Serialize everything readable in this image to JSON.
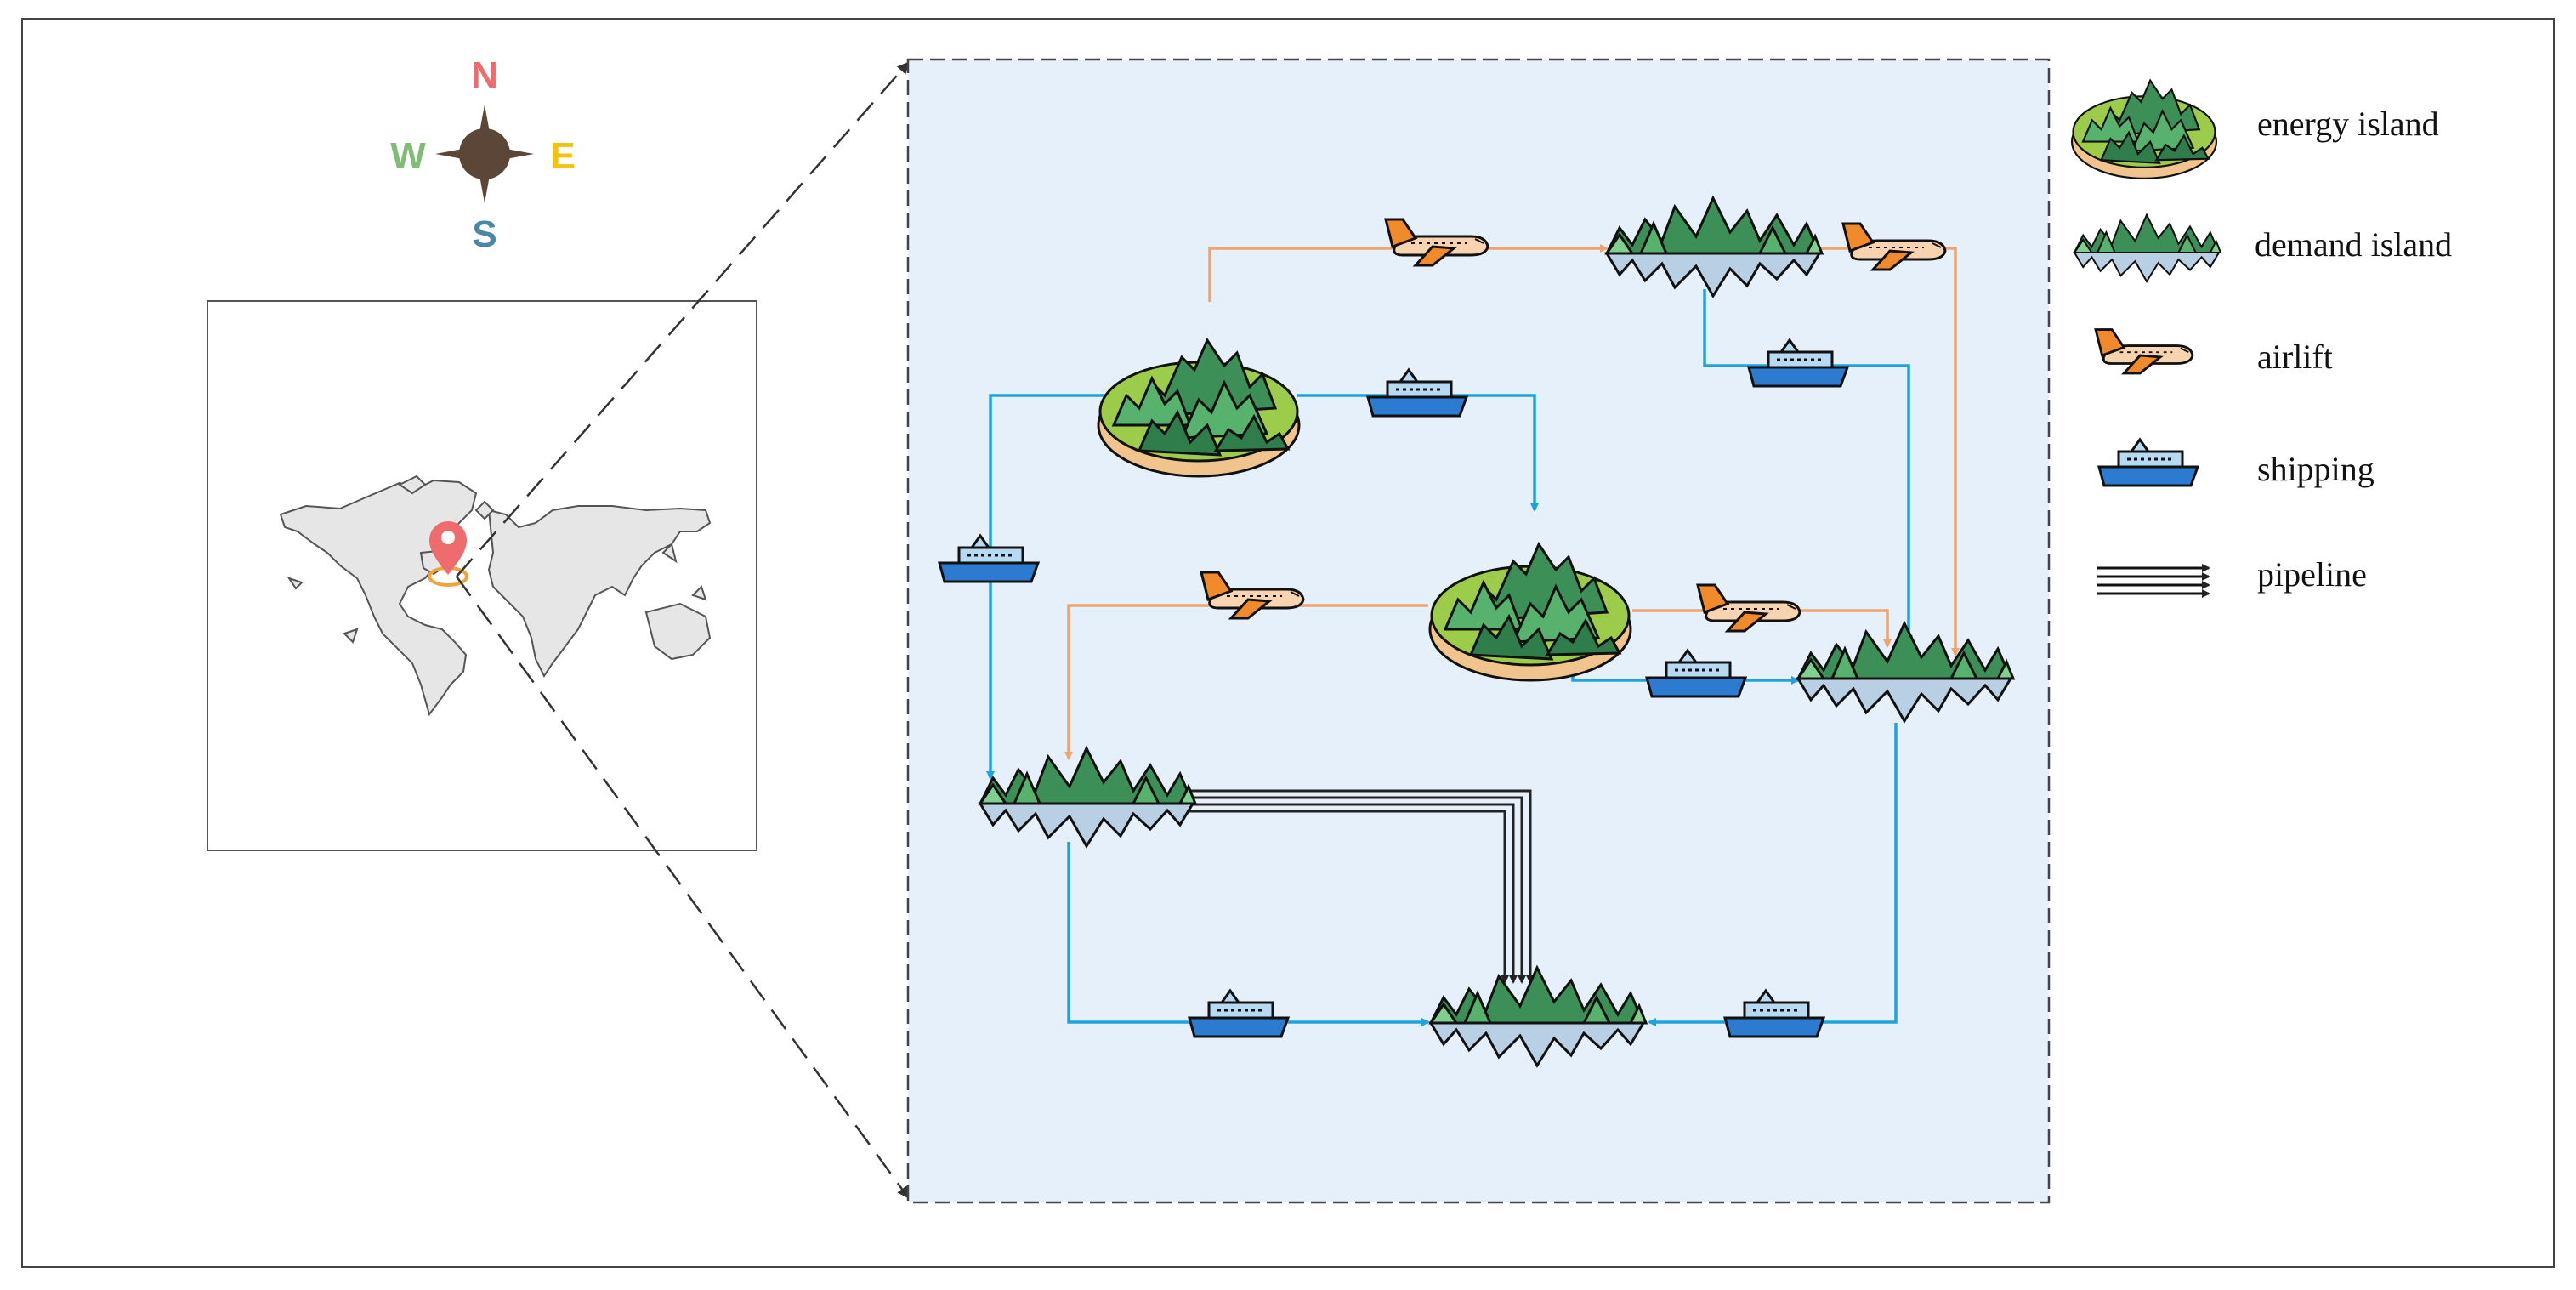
{
  "compass": {
    "north": "N",
    "south": "S",
    "east": "E",
    "west": "W",
    "colors": {
      "north": "#ee6b6e",
      "south": "#4a87a6",
      "east": "#f5c20b",
      "west": "#7fbd75",
      "body": "#5b4638"
    }
  },
  "legend": {
    "energy_island": "energy island",
    "demand_island": "demand island",
    "airlift": "airlift",
    "shipping": "shipping",
    "pipeline": "pipeline"
  },
  "colors": {
    "panel": "#e6f0fa",
    "ship_route": "#1fa3dd",
    "air_route": "#f0a36b",
    "pipeline": "#222222",
    "map_land": "#e6e6e6",
    "marker": "#ee6b6e",
    "marker_ring": "#f0a33a"
  },
  "icons": {
    "energy_island": "energy-island-icon",
    "demand_island": "demand-island-icon",
    "airlift": "airplane-icon",
    "shipping": "ship-icon",
    "pipeline": "pipeline-icon",
    "compass": "compass-icon",
    "location": "location-pin-icon"
  }
}
